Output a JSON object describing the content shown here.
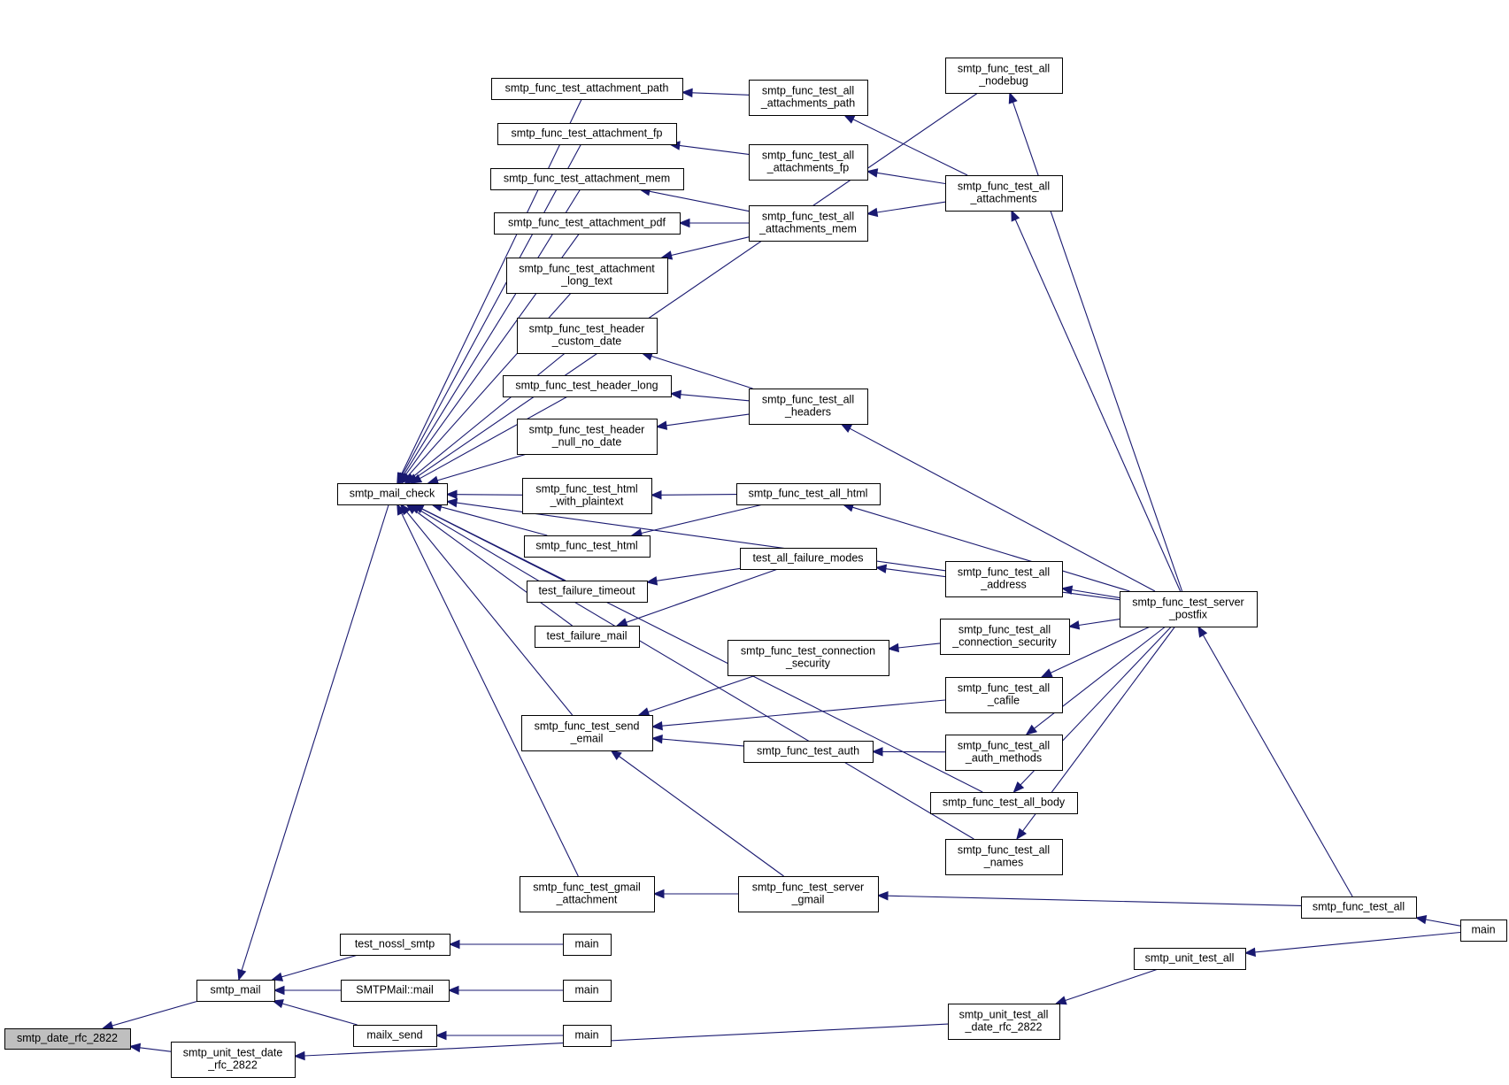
{
  "colors": {
    "edge": "#191970",
    "root_fill": "#bfbfbf",
    "node_fill": "#ffffff",
    "node_border": "#000000"
  },
  "nodes": [
    {
      "id": "root",
      "lines": [
        "smtp_date_rfc_2822"
      ],
      "root": true
    },
    {
      "id": "smtp_mail",
      "lines": [
        "smtp_mail"
      ]
    },
    {
      "id": "unit_date",
      "lines": [
        "smtp_unit_test_date",
        "_rfc_2822"
      ]
    },
    {
      "id": "mail_check",
      "lines": [
        "smtp_mail_check"
      ]
    },
    {
      "id": "nossl",
      "lines": [
        "test_nossl_smtp"
      ]
    },
    {
      "id": "smtpmail",
      "lines": [
        "SMTPMail::mail"
      ]
    },
    {
      "id": "mailx",
      "lines": [
        "mailx_send"
      ]
    },
    {
      "id": "main_nossl",
      "lines": [
        "main"
      ]
    },
    {
      "id": "main_smtpmail",
      "lines": [
        "main"
      ]
    },
    {
      "id": "main_mailx",
      "lines": [
        "main"
      ]
    },
    {
      "id": "att_path",
      "lines": [
        "smtp_func_test_attachment_path"
      ]
    },
    {
      "id": "att_fp",
      "lines": [
        "smtp_func_test_attachment_fp"
      ]
    },
    {
      "id": "att_mem",
      "lines": [
        "smtp_func_test_attachment_mem"
      ]
    },
    {
      "id": "att_pdf",
      "lines": [
        "smtp_func_test_attachment_pdf"
      ]
    },
    {
      "id": "att_long",
      "lines": [
        "smtp_func_test_attachment",
        "_long_text"
      ]
    },
    {
      "id": "hdr_custom",
      "lines": [
        "smtp_func_test_header",
        "_custom_date"
      ]
    },
    {
      "id": "hdr_long",
      "lines": [
        "smtp_func_test_header_long"
      ]
    },
    {
      "id": "hdr_null",
      "lines": [
        "smtp_func_test_header",
        "_null_no_date"
      ]
    },
    {
      "id": "html_plain",
      "lines": [
        "smtp_func_test_html",
        "_with_plaintext"
      ]
    },
    {
      "id": "html",
      "lines": [
        "smtp_func_test_html"
      ]
    },
    {
      "id": "fail_timeout",
      "lines": [
        "test_failure_timeout"
      ]
    },
    {
      "id": "fail_mail",
      "lines": [
        "test_failure_mail"
      ]
    },
    {
      "id": "send_email",
      "lines": [
        "smtp_func_test_send",
        "_email"
      ]
    },
    {
      "id": "gmail_att",
      "lines": [
        "smtp_func_test_gmail",
        "_attachment"
      ]
    },
    {
      "id": "all_att_path",
      "lines": [
        "smtp_func_test_all",
        "_attachments_path"
      ]
    },
    {
      "id": "all_att_fp",
      "lines": [
        "smtp_func_test_all",
        "_attachments_fp"
      ]
    },
    {
      "id": "all_att_mem",
      "lines": [
        "smtp_func_test_all",
        "_attachments_mem"
      ]
    },
    {
      "id": "all_headers",
      "lines": [
        "smtp_func_test_all",
        "_headers"
      ]
    },
    {
      "id": "all_html",
      "lines": [
        "smtp_func_test_all_html"
      ]
    },
    {
      "id": "all_fail",
      "lines": [
        "test_all_failure_modes"
      ]
    },
    {
      "id": "conn_sec",
      "lines": [
        "smtp_func_test_connection",
        "_security"
      ]
    },
    {
      "id": "auth",
      "lines": [
        "smtp_func_test_auth"
      ]
    },
    {
      "id": "server_gmail",
      "lines": [
        "smtp_func_test_server",
        "_gmail"
      ]
    },
    {
      "id": "all_nodebug",
      "lines": [
        "smtp_func_test_all",
        "_nodebug"
      ]
    },
    {
      "id": "all_attachments",
      "lines": [
        "smtp_func_test_all",
        "_attachments"
      ]
    },
    {
      "id": "all_address",
      "lines": [
        "smtp_func_test_all",
        "_address"
      ]
    },
    {
      "id": "all_conn_sec",
      "lines": [
        "smtp_func_test_all",
        "_connection_security"
      ]
    },
    {
      "id": "all_cafile",
      "lines": [
        "smtp_func_test_all",
        "_cafile"
      ]
    },
    {
      "id": "all_auth",
      "lines": [
        "smtp_func_test_all",
        "_auth_methods"
      ]
    },
    {
      "id": "all_body",
      "lines": [
        "smtp_func_test_all_body"
      ]
    },
    {
      "id": "all_names",
      "lines": [
        "smtp_func_test_all",
        "_names"
      ]
    },
    {
      "id": "unit_all_date",
      "lines": [
        "smtp_unit_test_all",
        "_date_rfc_2822"
      ]
    },
    {
      "id": "server_postfix",
      "lines": [
        "smtp_func_test_server",
        "_postfix"
      ]
    },
    {
      "id": "func_all",
      "lines": [
        "smtp_func_test_all"
      ]
    },
    {
      "id": "unit_all",
      "lines": [
        "smtp_unit_test_all"
      ]
    },
    {
      "id": "main_final",
      "lines": [
        "main"
      ]
    }
  ],
  "edges": [
    [
      "smtp_mail",
      "root"
    ],
    [
      "unit_date",
      "root"
    ],
    [
      "mail_check",
      "smtp_mail"
    ],
    [
      "nossl",
      "smtp_mail"
    ],
    [
      "smtpmail",
      "smtp_mail"
    ],
    [
      "mailx",
      "smtp_mail"
    ],
    [
      "main_nossl",
      "nossl"
    ],
    [
      "main_smtpmail",
      "smtpmail"
    ],
    [
      "main_mailx",
      "mailx"
    ],
    [
      "unit_all_date",
      "unit_date"
    ],
    [
      "all_nodebug",
      "mail_check"
    ],
    [
      "att_path",
      "mail_check"
    ],
    [
      "att_fp",
      "mail_check"
    ],
    [
      "att_mem",
      "mail_check"
    ],
    [
      "att_pdf",
      "mail_check"
    ],
    [
      "att_long",
      "mail_check"
    ],
    [
      "hdr_custom",
      "mail_check"
    ],
    [
      "hdr_long",
      "mail_check"
    ],
    [
      "hdr_null",
      "mail_check"
    ],
    [
      "html_plain",
      "mail_check"
    ],
    [
      "html",
      "mail_check"
    ],
    [
      "fail_timeout",
      "mail_check"
    ],
    [
      "fail_mail",
      "mail_check"
    ],
    [
      "all_address",
      "mail_check"
    ],
    [
      "send_email",
      "mail_check"
    ],
    [
      "all_body",
      "mail_check"
    ],
    [
      "all_names",
      "mail_check"
    ],
    [
      "gmail_att",
      "mail_check"
    ],
    [
      "all_att_path",
      "att_path"
    ],
    [
      "all_att_fp",
      "att_fp"
    ],
    [
      "all_att_mem",
      "att_mem"
    ],
    [
      "all_att_mem",
      "att_pdf"
    ],
    [
      "all_att_mem",
      "att_long"
    ],
    [
      "all_headers",
      "hdr_custom"
    ],
    [
      "all_headers",
      "hdr_long"
    ],
    [
      "all_headers",
      "hdr_null"
    ],
    [
      "all_html",
      "html_plain"
    ],
    [
      "all_html",
      "html"
    ],
    [
      "all_fail",
      "fail_timeout"
    ],
    [
      "all_fail",
      "fail_mail"
    ],
    [
      "conn_sec",
      "send_email"
    ],
    [
      "all_cafile",
      "send_email"
    ],
    [
      "auth",
      "send_email"
    ],
    [
      "server_gmail",
      "send_email"
    ],
    [
      "server_gmail",
      "gmail_att"
    ],
    [
      "all_attachments",
      "all_att_path"
    ],
    [
      "all_attachments",
      "all_att_fp"
    ],
    [
      "all_attachments",
      "all_att_mem"
    ],
    [
      "all_conn_sec",
      "conn_sec"
    ],
    [
      "all_auth",
      "auth"
    ],
    [
      "server_postfix",
      "all_nodebug"
    ],
    [
      "server_postfix",
      "all_attachments"
    ],
    [
      "server_postfix",
      "all_headers"
    ],
    [
      "server_postfix",
      "all_html"
    ],
    [
      "server_postfix",
      "all_fail"
    ],
    [
      "server_postfix",
      "all_address"
    ],
    [
      "server_postfix",
      "all_conn_sec"
    ],
    [
      "server_postfix",
      "all_cafile"
    ],
    [
      "server_postfix",
      "all_auth"
    ],
    [
      "server_postfix",
      "all_body"
    ],
    [
      "server_postfix",
      "all_names"
    ],
    [
      "func_all",
      "server_postfix"
    ],
    [
      "func_all",
      "server_gmail"
    ],
    [
      "main_final",
      "func_all"
    ],
    [
      "unit_all",
      "unit_all_date"
    ],
    [
      "main_final",
      "unit_all"
    ]
  ]
}
